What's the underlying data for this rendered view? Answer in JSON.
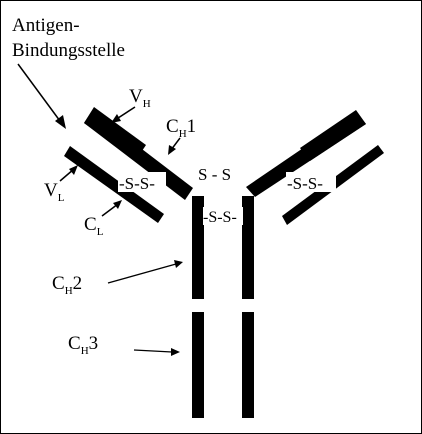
{
  "diagram": {
    "title_line1": "Antigen-",
    "title_line2": "Bindungsstelle",
    "labels": {
      "vh": {
        "main": "V",
        "sub": "H"
      },
      "ch1": {
        "main": "C",
        "sub": "H",
        "suffix": "1"
      },
      "vl": {
        "main": "V",
        "sub": "L"
      },
      "cl": {
        "main": "C",
        "sub": "L"
      },
      "ch2": {
        "main": "C",
        "sub": "H",
        "suffix": "2"
      },
      "ch3": {
        "main": "C",
        "sub": "H",
        "suffix": "3"
      }
    },
    "bonds": {
      "left_inner": "-S-S-",
      "right_inner": "-S-S-",
      "hinge_top": "S - S",
      "hinge_mid": "-S-S-"
    }
  }
}
